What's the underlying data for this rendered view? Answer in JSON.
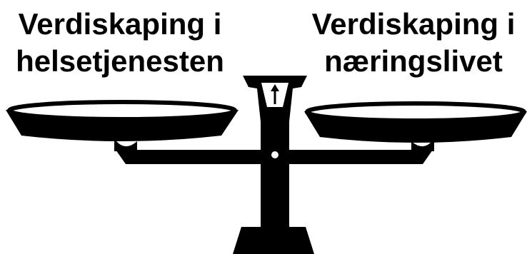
{
  "left_label": {
    "line1": "Verdiskaping i",
    "line2": "helsetjenesten"
  },
  "right_label": {
    "line1": "Verdiskaping i",
    "line2": "næringslivet"
  },
  "colors": {
    "ink": "#000000",
    "background": "#ffffff"
  },
  "icons": {
    "scale": "balance-scale-icon",
    "needle": "arrow-up-icon"
  }
}
